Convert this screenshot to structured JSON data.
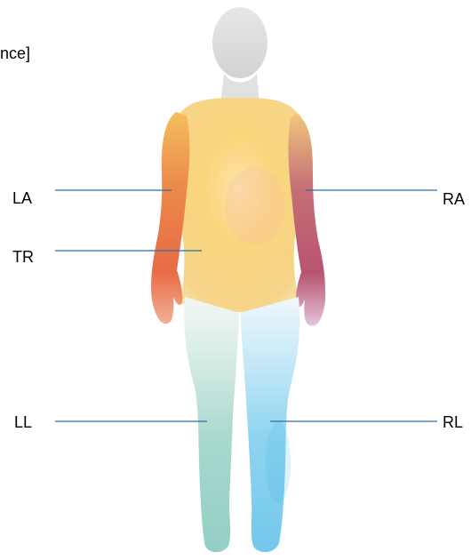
{
  "partial_text": "nce]",
  "labels": {
    "la": "LA",
    "tr": "TR",
    "ll": "LL",
    "ra": "RA",
    "rl": "RL"
  },
  "colors": {
    "lead_line": "#2e6da4",
    "head": "#dcdcdc",
    "left_arm": "#e96f45",
    "torso": "#f8d67d",
    "right_arm": "#b8546f",
    "left_leg": "#9fd1c7",
    "right_leg": "#7ccfed"
  }
}
